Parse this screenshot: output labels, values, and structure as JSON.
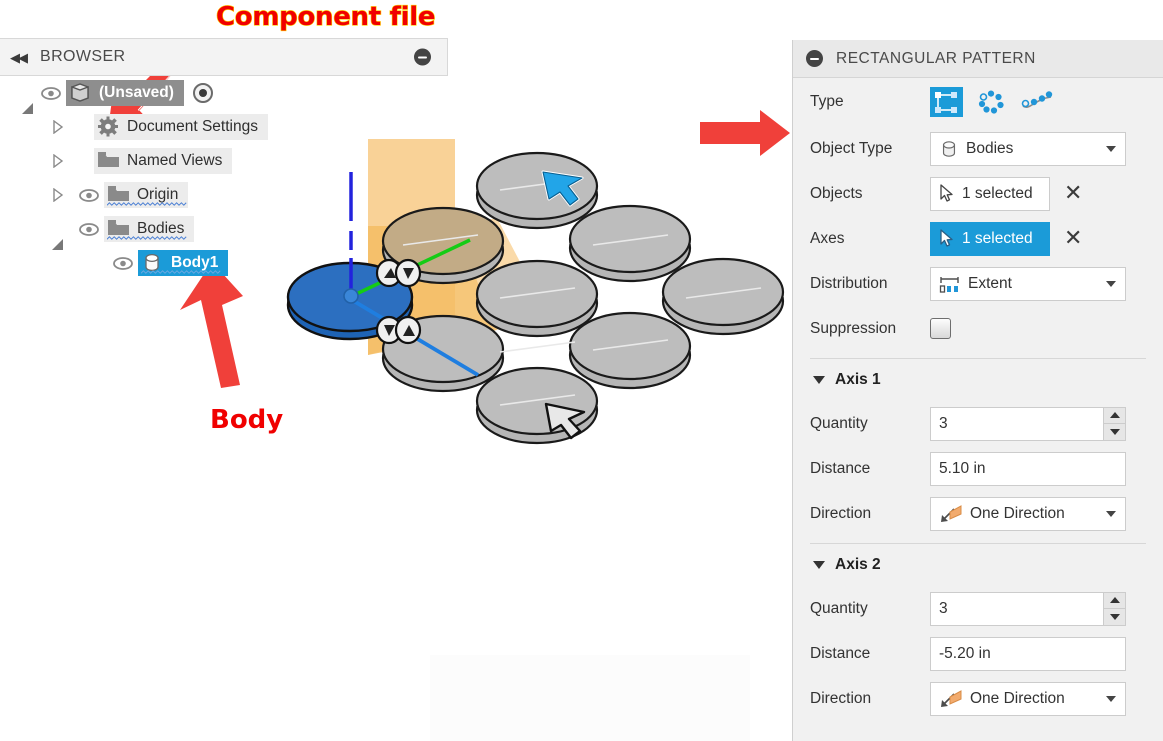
{
  "annotations": [
    {
      "id": "component-file",
      "text": "Component file",
      "color": "#f00000",
      "outline": "#ffd000"
    },
    {
      "id": "body",
      "text": "Body",
      "color": "#f00000"
    }
  ],
  "browser": {
    "title": "BROWSER",
    "collapse_icon": "double-left-arrow-icon",
    "minimize_icon": "circle-minus-icon",
    "tree": [
      {
        "label": "(Unsaved)",
        "icon": "component-cube-icon",
        "twisty": "open",
        "eye": true,
        "highlight": "gray",
        "trailing_icon": "activate-radio-icon",
        "indent": 0
      },
      {
        "label": "Document Settings",
        "icon": "gear-icon",
        "twisty": "closed",
        "eye": false,
        "highlight": "none",
        "indent": 1
      },
      {
        "label": "Named Views",
        "icon": "folder-icon",
        "twisty": "closed",
        "eye": false,
        "highlight": "none",
        "indent": 1
      },
      {
        "label": "Origin",
        "icon": "folder-icon",
        "twisty": "closed",
        "eye": true,
        "highlight": "none",
        "indent": 1
      },
      {
        "label": "Bodies",
        "icon": "folder-icon",
        "twisty": "open",
        "eye": true,
        "highlight": "none",
        "indent": 1
      },
      {
        "label": "Body1",
        "icon": "body-cylinder-icon",
        "twisty": "none",
        "eye": true,
        "highlight": "blue",
        "indent": 2
      }
    ]
  },
  "panel": {
    "title": "RECTANGULAR PATTERN",
    "minimize_icon": "circle-minus-icon",
    "type": {
      "label": "Type",
      "options": [
        {
          "name": "rectangular-pattern-type",
          "selected": true
        },
        {
          "name": "circular-pattern-type",
          "selected": false
        },
        {
          "name": "path-pattern-type",
          "selected": false
        }
      ]
    },
    "object_type": {
      "label": "Object Type",
      "value": "Bodies",
      "icon": "body-cylinder-icon"
    },
    "objects": {
      "label": "Objects",
      "value": "1 selected",
      "icon": "cursor-arrow-icon",
      "active": false,
      "clear_icon": "close-x-icon"
    },
    "axes": {
      "label": "Axes",
      "value": "1 selected",
      "icon": "cursor-arrow-icon",
      "active": true,
      "clear_icon": "close-x-icon"
    },
    "distribution": {
      "label": "Distribution",
      "value": "Extent",
      "icon": "extent-distribution-icon"
    },
    "suppression": {
      "label": "Suppression",
      "checked": false
    },
    "axis1": {
      "title": "Axis 1",
      "quantity": {
        "label": "Quantity",
        "value": "3"
      },
      "distance": {
        "label": "Distance",
        "value": "5.10 in"
      },
      "direction": {
        "label": "Direction",
        "value": "One Direction",
        "icon": "one-direction-flag-icon"
      }
    },
    "axis2": {
      "title": "Axis 2",
      "quantity": {
        "label": "Quantity",
        "value": "3"
      },
      "distance": {
        "label": "Distance",
        "value": "-5.20 in"
      },
      "direction": {
        "label": "Direction",
        "value": "One Direction",
        "icon": "one-direction-flag-icon"
      }
    }
  },
  "viewport": {
    "accent_blue": "#1b6cc0",
    "plane_orange": "#f0b860",
    "body_gray": "#b4b4b4",
    "selected_cursor": "cursor-blue-icon",
    "grid_cursor": "cursor-white-icon"
  }
}
